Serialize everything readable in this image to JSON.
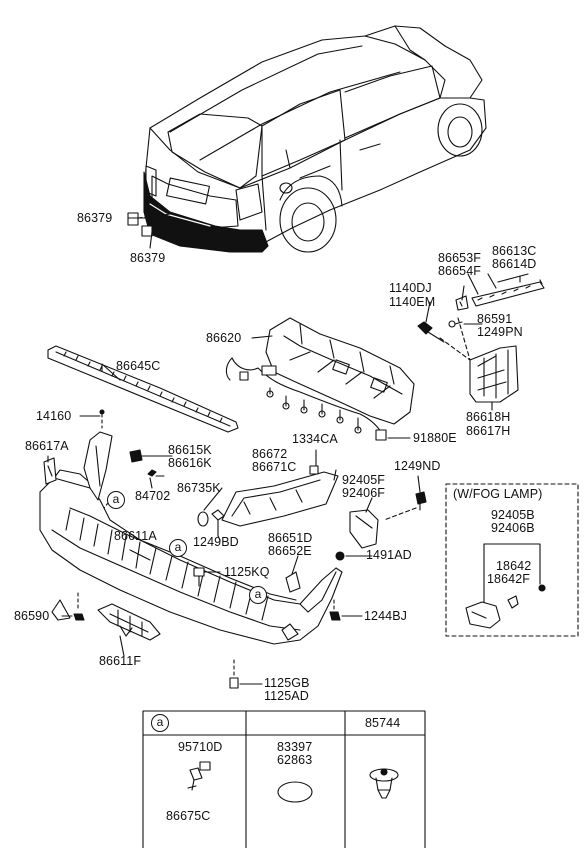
{
  "parts": {
    "p86379_top": "86379",
    "p86379_bot": "86379",
    "p86613c": "86613C",
    "p86614d": "86614D",
    "p86653f": "86653F",
    "p86654f": "86654F",
    "p1140dj": "1140DJ",
    "p1140em": "1140EM",
    "p86591": "86591",
    "p1249pn": "1249PN",
    "p86620": "86620",
    "p86645c": "86645C",
    "p86618h": "86618H",
    "p86617h": "86617H",
    "p14160": "14160",
    "p91880e": "91880E",
    "p1334ca": "1334CA",
    "p86617a": "86617A",
    "p86615k": "86615K",
    "p86616k": "86616K",
    "p86672": "86672",
    "p86671c": "86671C",
    "p1249nd": "1249ND",
    "p92405f": "92405F",
    "p92406f": "92406F",
    "p84702": "84702",
    "p86735k": "86735K",
    "p1249bd": "1249BD",
    "p86611a": "86611A",
    "p86651d": "86651D",
    "p86652e": "86652E",
    "p1491ad": "1491AD",
    "p1125kq": "1125KQ",
    "p86590": "86590",
    "p1244bj": "1244BJ",
    "p86611f": "86611F",
    "p1125gb": "1125GB",
    "p1125ad": "1125AD"
  },
  "fog_box": {
    "title": "(W/FOG LAMP)",
    "p92405b": "92405B",
    "p92406b": "92406B",
    "p18642": "18642",
    "p18642f": "18642F"
  },
  "callout": "a",
  "table": {
    "header_a": "a",
    "header_col3": "85744",
    "col1_top": "95710D",
    "col1_bottom": "86675C",
    "col2_line1": "83397",
    "col2_line2": "62863"
  }
}
